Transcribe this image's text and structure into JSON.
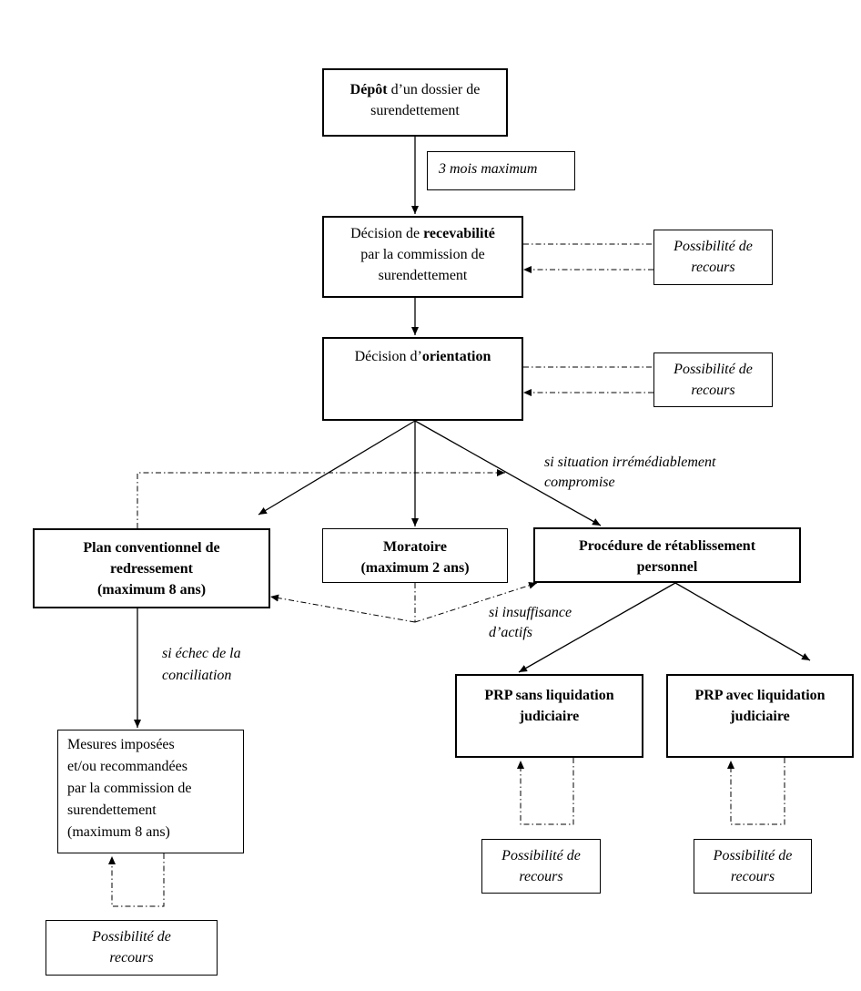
{
  "nodes": {
    "depot": {
      "bold": "Dépôt",
      "line1_rest": " d’un dossier de",
      "line2": "surendettement"
    },
    "delai": {
      "text": "3 mois maximum"
    },
    "recevabilite": {
      "line1_pre": "Décision de ",
      "line1_bold": "recevabilité",
      "line2": "par la commission de",
      "line3": "surendettement"
    },
    "recours_1": {
      "line1": "Possibilité de",
      "line2": "recours"
    },
    "orientation": {
      "pre": "Décision d’",
      "bold": "orientation"
    },
    "recours_2": {
      "line1": "Possibilité de",
      "line2": "recours"
    },
    "plan": {
      "line1": "Plan conventionnel de",
      "line2": "redressement",
      "line3": "(maximum 8 ans)"
    },
    "moratoire": {
      "line1": "Moratoire",
      "line2": "(maximum 2 ans)"
    },
    "prp": {
      "line1": "Procédure de rétablissement",
      "line2": "personnel"
    },
    "mesures": {
      "line1": "Mesures imposées",
      "line2": "et/ou recommandées",
      "line3": "par la commission de",
      "line4": "surendettement",
      "line5": "(maximum 8 ans)"
    },
    "recours_mesures": {
      "line1": "Possibilité de",
      "line2": "recours"
    },
    "prp_sans": {
      "line1": "PRP sans liquidation",
      "line2": "judiciaire"
    },
    "prp_avec": {
      "line1": "PRP avec liquidation",
      "line2": "judiciaire"
    },
    "recours_sans": {
      "line1": "Possibilité de",
      "line2": "recours"
    },
    "recours_avec": {
      "line1": "Possibilité de",
      "line2": "recours"
    }
  },
  "labels": {
    "irremediable_1": "si situation irrémédiablement",
    "irremediable_2": "compromise",
    "echec_1": "si échec de la",
    "echec_2": "conciliation",
    "insuffisance_1": "si insuffisance",
    "insuffisance_2": "d’actifs"
  }
}
